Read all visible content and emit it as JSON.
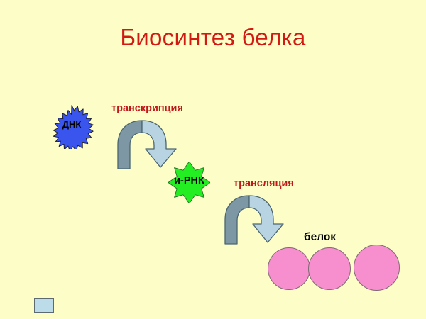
{
  "slide": {
    "title": "Биосинтез белка",
    "background_color": "#fdfdc8",
    "title_color": "#d21a13"
  },
  "diagram": {
    "nodes": [
      {
        "id": "dna",
        "label": "ДНК",
        "shape": "explosion-star",
        "fill_color": "#3a54ee",
        "outline_color": "#202020",
        "text_color": "#000000"
      },
      {
        "id": "mrna",
        "label": "и-РНК",
        "shape": "eight-point-star",
        "fill_color": "#22ee22",
        "outline_color": "#1a7a1a",
        "text_color": "#000000"
      },
      {
        "id": "protein",
        "label": "белок",
        "shape": "three-circles",
        "fill_color": "#f78fce",
        "outline_color": "#7e6a74",
        "text_color": "#000000",
        "circle_count": 3
      }
    ],
    "arrows": [
      {
        "id": "transcription",
        "label": "транскрипция",
        "label_color": "#c0181a",
        "from": "dna",
        "to": "mrna",
        "shape": "curved-down-arrow",
        "shade_dark": "#7d97a4",
        "shade_light": "#b8d4e3",
        "outline_color": "#4b6570"
      },
      {
        "id": "translation",
        "label": "трансляция",
        "label_color": "#c0181a",
        "from": "mrna",
        "to": "protein",
        "shape": "curved-down-arrow",
        "shade_dark": "#7d97a4",
        "shade_light": "#b8d4e3",
        "outline_color": "#4b6570"
      }
    ]
  },
  "corner_box": {
    "fill_color": "#bcdcea",
    "border_color": "#5e6a72"
  }
}
